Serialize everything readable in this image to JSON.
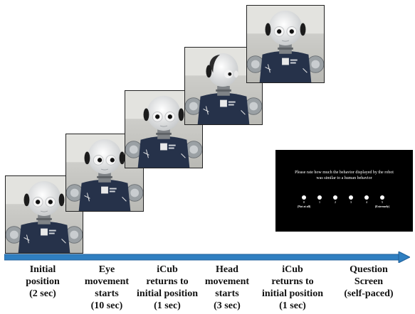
{
  "timeline": {
    "steps": [
      {
        "lines": [
          "Initial",
          "position",
          "(2 sec)"
        ]
      },
      {
        "lines": [
          "Eye",
          "movement",
          "starts",
          "(10 sec)"
        ]
      },
      {
        "lines": [
          "iCub",
          "returns to",
          "initial position",
          "(1 sec)"
        ]
      },
      {
        "lines": [
          "Head",
          "movement",
          "starts",
          "(3 sec)"
        ]
      },
      {
        "lines": [
          "iCub",
          "returns to",
          "initial position",
          "(1 sec)"
        ]
      },
      {
        "lines": [
          "Question",
          "Screen",
          "(self-paced)"
        ]
      }
    ]
  },
  "question_screen": {
    "prompt_line1": "Please rate how much the behavior displayed by the robot",
    "prompt_line2": "was similar to a human behavior",
    "scale_points": [
      "0",
      "1",
      "2",
      "3",
      "4",
      "5"
    ],
    "anchor_low": "(Not at all)",
    "anchor_high": "(Extremely)"
  },
  "colors": {
    "arrow": "#2f7fc1",
    "arrow_edge": "#1f5f99",
    "question_bg": "#000000",
    "question_text": "#ffffff"
  },
  "icons": {
    "frame_content": "robot-photo",
    "timeline": "arrow-right-icon"
  }
}
